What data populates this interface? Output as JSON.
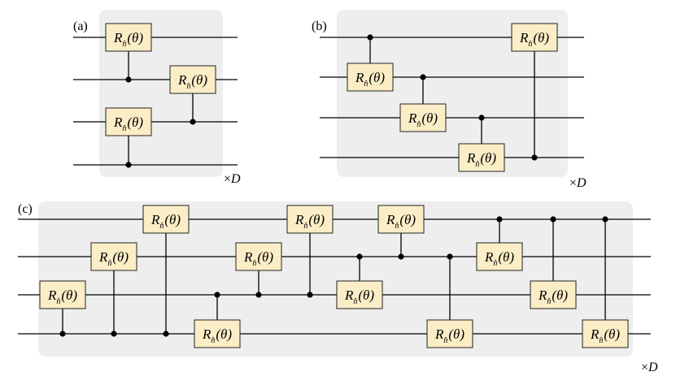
{
  "gate_label": {
    "main": "R",
    "sub": "n̂",
    "arg": "(θ)"
  },
  "repeat_times": "×",
  "repeat_var": "D",
  "panels": [
    {
      "label": "(a)",
      "wires": 4,
      "gates": [
        {
          "target": 1,
          "control": 2,
          "column": 1
        },
        {
          "target": 2,
          "control": 3,
          "column": 2
        },
        {
          "target": 3,
          "control": 4,
          "column": 1
        }
      ]
    },
    {
      "label": "(b)",
      "wires": 4,
      "gates": [
        {
          "target": 2,
          "control": 1,
          "column": 1
        },
        {
          "target": 3,
          "control": 2,
          "column": 2
        },
        {
          "target": 4,
          "control": 3,
          "column": 3
        },
        {
          "target": 1,
          "control": 4,
          "column": 4
        }
      ]
    },
    {
      "label": "(c)",
      "wires": 4,
      "gates": [
        {
          "target": 3,
          "control": 4,
          "column": 1
        },
        {
          "target": 2,
          "control": 4,
          "column": 2
        },
        {
          "target": 1,
          "control": 4,
          "column": 3
        },
        {
          "target": 4,
          "control": 3,
          "column": 4
        },
        {
          "target": 2,
          "control": 3,
          "column": 5
        },
        {
          "target": 1,
          "control": 3,
          "column": 6
        },
        {
          "target": 3,
          "control": 2,
          "column": 7
        },
        {
          "target": 1,
          "control": 2,
          "column": 8
        },
        {
          "target": 4,
          "control": 2,
          "column": 9
        },
        {
          "target": 2,
          "control": 1,
          "column": 10
        },
        {
          "target": 3,
          "control": 1,
          "column": 11
        },
        {
          "target": 4,
          "control": 1,
          "column": 12
        }
      ]
    }
  ]
}
